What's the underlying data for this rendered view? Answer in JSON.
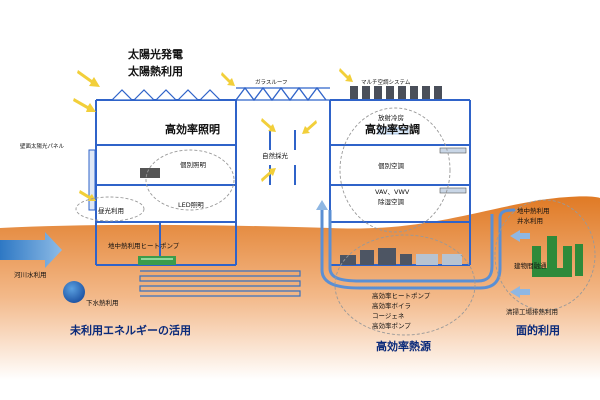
{
  "labels": {
    "solar_power": "太陽光発電",
    "solar_heat": "太陽熱利用",
    "glass_roof": "ガラスルーフ",
    "multi_ac": "マルチ空調システム",
    "wall_solar": "壁面太陽光パネル",
    "hi_eff_lighting": "高効率照明",
    "individual_lighting": "個別照明",
    "natural_light": "自然採光",
    "radiant_cooling": "放射冷房",
    "hi_eff_ac": "高効率空調",
    "individual_ac": "個別空調",
    "vav_vwv": "VAV、VWV",
    "dehumid_ac": "除湿空調",
    "led_lighting": "LED照明",
    "daylight_use": "昼光利用",
    "geo_heat_pump": "地中熱利用ヒートポンプ",
    "river_water": "河川水利用",
    "sewage_heat": "下水熱利用",
    "unused_energy": "未利用エネルギーの活用",
    "geo_heat": "地中熱利用",
    "well_water": "井水利用",
    "building_sharing": "建物間融通",
    "factory_heat": "清掃工場排熱利用",
    "area_use": "面的利用",
    "hi_eff_sources": [
      "高効率ヒートポンプ",
      "高効率ボイラ",
      "コージェネ",
      "高効率ポンプ"
    ],
    "hi_eff_heat_source": "高効率熱源"
  },
  "colors": {
    "building_blue": "#2f63c9",
    "arrow_yellow": "#f2cf3a",
    "ground_orange": "#d9701f",
    "water_blue": "#3b80c8",
    "pipe_blue": "#4f88d0",
    "arrow_sky": "#8fb7e3",
    "label_navy": "#0a2a7a"
  },
  "icons": [
    "sun-arrow-icon",
    "up-arrow-icon",
    "mountain-icon",
    "ball-icon"
  ]
}
